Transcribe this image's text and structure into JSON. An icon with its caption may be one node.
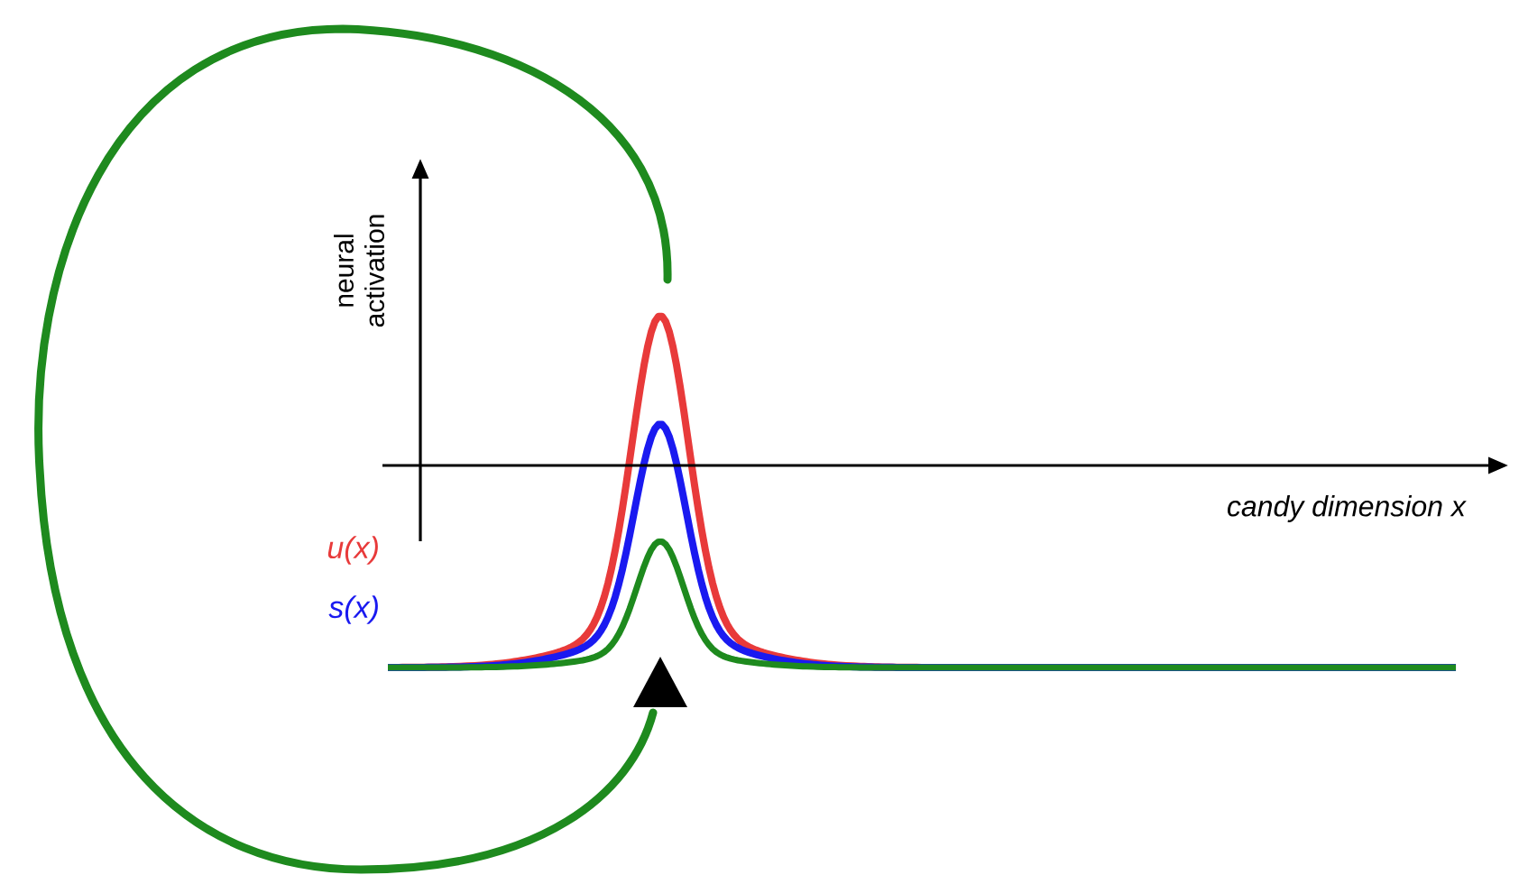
{
  "diagram": {
    "labels": [
      "neural activation",
      "candy dimension x",
      "u(x)",
      "s(x)"
    ]
  }
}
